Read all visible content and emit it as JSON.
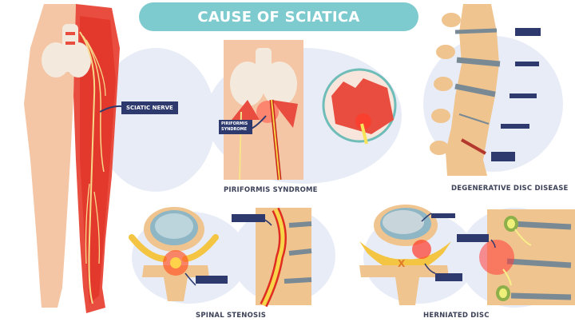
{
  "title": "CAUSE OF SCIATICA",
  "panels": {
    "sciatic_nerve": {
      "label": "SCIATIC NERVE"
    },
    "piriformis": {
      "caption": "PIRIFORMIS SYNDROME",
      "tag": "PIRIFORMIS SYNDROME"
    },
    "degenerative": {
      "caption": "DEGENERATIVE DISC DISEASE",
      "tags_count": 5
    },
    "stenosis": {
      "caption": "SPINAL STENOSIS",
      "tags_count": 2
    },
    "herniated": {
      "caption": "HERNIATED DISC",
      "tags_count": 3,
      "marker": "X"
    }
  },
  "colors": {
    "title_bg": "#7ecbcf",
    "tag_bg": "#2e3a6e",
    "skin": "#f4c6a5",
    "inflamed": "#e8453c",
    "nerve": "#f7d44a",
    "bone": "#f0dcc0",
    "disc": "#7a8a95",
    "circle_bg": "#e8ecf7"
  }
}
